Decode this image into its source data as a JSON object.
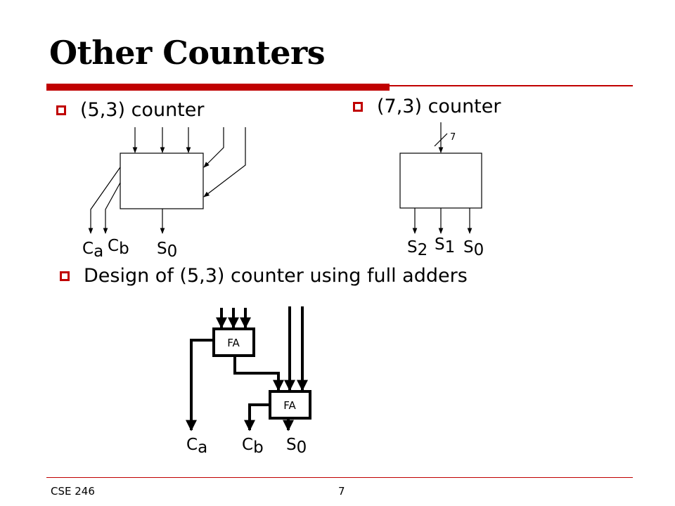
{
  "slide": {
    "title": "Other Counters",
    "bullets": [
      "(5,3) counter",
      "(7,3) counter",
      "Design of (5,3) counter using full adders"
    ],
    "footer": {
      "course": "CSE 246",
      "page_number": "7"
    },
    "accent_color": "#c00000"
  },
  "diagram53": {
    "outputs": [
      {
        "base": "C",
        "sub": "a"
      },
      {
        "base": "C",
        "sub": "b"
      },
      {
        "base": "S",
        "sub": "0"
      }
    ]
  },
  "diagram73": {
    "bus_width": "7",
    "outputs": [
      {
        "base": "S",
        "sub": "2"
      },
      {
        "base": "S",
        "sub": "1"
      },
      {
        "base": "S",
        "sub": "0"
      }
    ]
  },
  "diagram_fa": {
    "block_label": "FA",
    "outputs": [
      {
        "base": "C",
        "sub": "a"
      },
      {
        "base": "C",
        "sub": "b"
      },
      {
        "base": "S",
        "sub": "0"
      }
    ]
  }
}
